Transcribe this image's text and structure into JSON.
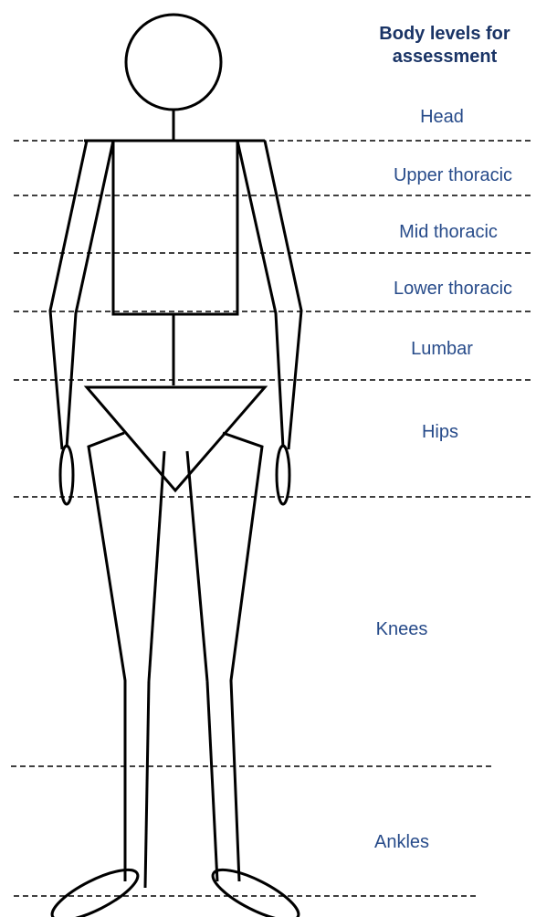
{
  "title": {
    "line1": "Body levels for",
    "line2": "assessment"
  },
  "levels": [
    {
      "id": "head",
      "label": "Head"
    },
    {
      "id": "upper-thoracic",
      "label": "Upper thoracic"
    },
    {
      "id": "mid-thoracic",
      "label": "Mid thoracic"
    },
    {
      "id": "lower-thoracic",
      "label": "Lower thoracic"
    },
    {
      "id": "lumbar",
      "label": "Lumbar"
    },
    {
      "id": "hips",
      "label": "Hips"
    },
    {
      "id": "knees",
      "label": "Knees"
    },
    {
      "id": "ankles",
      "label": "Ankles"
    }
  ],
  "colors": {
    "title": "#1a3466",
    "labels": "#274b8a",
    "lines": "#000000"
  }
}
